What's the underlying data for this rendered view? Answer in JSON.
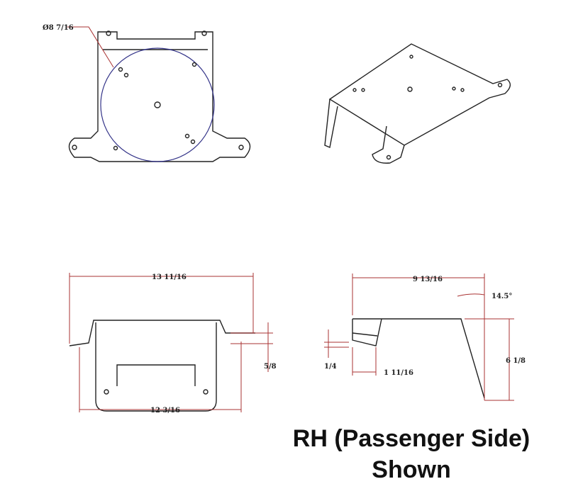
{
  "dimensions": {
    "circle_diameter": "Ø8 7/16",
    "front_overall_width": "13 11/16",
    "front_bottom_width": "12 3/16",
    "front_flange_height": "5/8",
    "side_depth": "9 13/16",
    "side_angle": "14.5°",
    "side_height": "6 1/8",
    "side_flange_width": "1 11/16",
    "side_flange_offset": "1/4"
  },
  "caption": {
    "line1": "RH (Passenger Side)",
    "line2": "Shown"
  },
  "colors": {
    "dimension": "#aa3333",
    "circle": "#333388",
    "line": "#222222"
  }
}
